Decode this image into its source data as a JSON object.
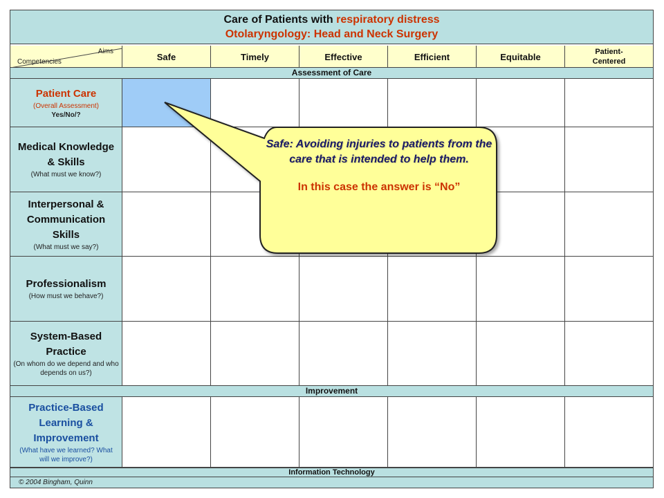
{
  "title": {
    "prefix": "Care of Patients with ",
    "accent": "respiratory distress",
    "subtitle": "Otolaryngology: Head and Neck Surgery"
  },
  "header": {
    "aims_label": "Aims",
    "competencies_label": "Competencies",
    "aims": [
      "Safe",
      "Timely",
      "Effective",
      "Efficient",
      "Equitable",
      "Patient-Centered"
    ]
  },
  "sections": {
    "assessment": "Assessment of Care",
    "improvement": "Improvement",
    "information": "Information Technology"
  },
  "rows": [
    {
      "title": "Patient Care",
      "sub": "(Overall Assessment)",
      "sub2": "Yes/No/?"
    },
    {
      "title": "Medical Knowledge & Skills",
      "sub": "(What must we know?)"
    },
    {
      "title": "Interpersonal & Communication Skills",
      "sub": "(What must we say?)"
    },
    {
      "title": "Professionalism",
      "sub": "(How must we behave?)"
    },
    {
      "title": "System-Based Practice",
      "sub": "(On whom do we depend and who depends on us?)"
    },
    {
      "title": "Practice-Based Learning & Improvement",
      "sub": "(What have we learned? What will we improve?)"
    }
  ],
  "callout": {
    "definition": "Safe: Avoiding injuries to patients from the care that is intended to help them.",
    "answer": "In this case the answer is “No”"
  },
  "copyright": "© 2004 Bingham, Quinn",
  "colors": {
    "header_fill": "#b9e0e1",
    "aims_fill": "#ffffcc",
    "highlight_cell": "#9fccf7",
    "callout_fill": "#ffff99",
    "accent_red": "#cc3300",
    "accent_blue": "#1a4fa0"
  }
}
